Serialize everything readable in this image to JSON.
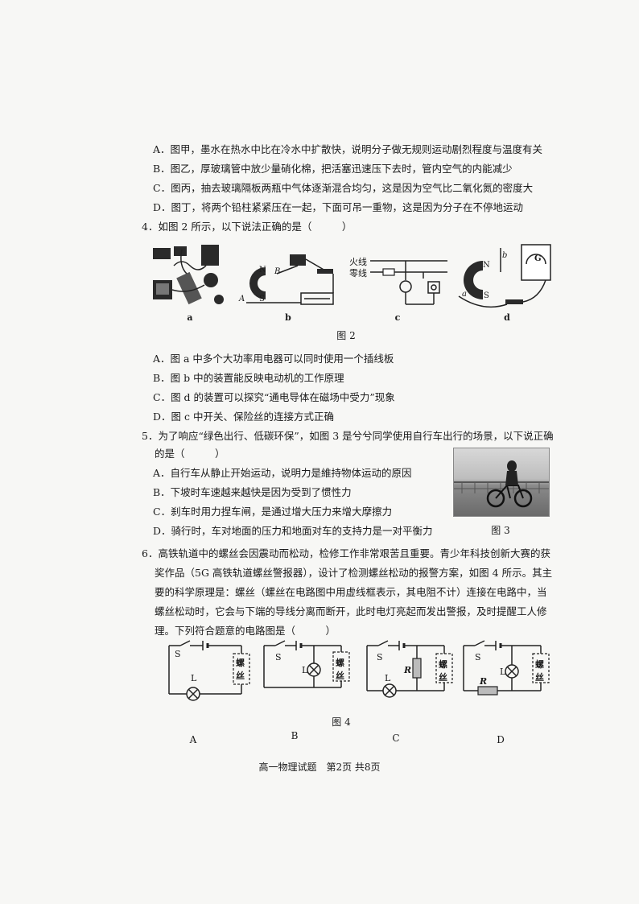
{
  "q3": {
    "options": [
      "A．图甲，墨水在热水中比在冷水中扩散快，说明分子做无规则运动剧烈程度与温度有关",
      "B．图乙，厚玻璃管中放少量硝化棉，把活塞迅速压下去时，管内空气的内能减少",
      "C．图丙，抽去玻璃隔板两瓶中气体逐渐混合均匀，这是因为空气比二氧化氮的密度大",
      "D．图丁，将两个铅柱紧紧压在一起，下面可吊一重物，这是因为分子在不停地运动"
    ]
  },
  "q4": {
    "stem": "4．如图 2 所示，以下说法正确的是（　　　）",
    "figure_caption": "图 2",
    "sublabels": [
      "a",
      "b",
      "c",
      "d"
    ],
    "circuit_labels": {
      "live": "火线",
      "neutral": "零线",
      "N": "N",
      "S": "S",
      "A": "A",
      "B": "B",
      "a": "a",
      "b": "b",
      "G": "G"
    },
    "options": [
      "A．图 a 中多个大功率用电器可以同时使用一个插线板",
      "B．图 b 中的装置能反映电动机的工作原理",
      "C．图 d 的装置可以探究“通电导体在磁场中受力”现象",
      "D．图 c 中开关、保险丝的连接方式正确"
    ]
  },
  "q5": {
    "stem_line1": "5．为了响应“绿色出行、低碳环保”，如图 3 是兮兮同学使用自行车出行的场景，以下说正确",
    "stem_line2": "的是（　　　）",
    "figure_caption": "图 3",
    "options": [
      "A．自行车从静止开始运动，说明力是維持物体运动的原因",
      "B．下坡时车速越来越快是因为受到了惯性力",
      "C．刹车时用力捏车闸，是通过增大压力来增大摩擦力",
      "D．骑行时，车对地面的压力和地面对车的支持力是一对平衡力"
    ]
  },
  "q6": {
    "stem_lines": [
      "6．高铁轨道中的螺丝会因震动而松动，检修工作非常艰苦且重要。青少年科技创新大赛的获",
      "奖作品（5G 高铁轨道螺丝警报器），设计了检测螺丝松动的报警方案，如图 4 所示。其主",
      "要的科学原理是：螺丝（螺丝在电路图中用虚线框表示，其电阻不计）连接在电路中，当",
      "螺丝松动时，它会与下端的导线分离而断开，此时电灯亮起而发出警报，及时提醒工人修",
      "理。下列符合题意的电路图是（　　　）"
    ],
    "figure_caption": "图 4",
    "choice_labels": [
      "A",
      "B",
      "C",
      "D"
    ],
    "comp_S": "S",
    "comp_L": "L",
    "comp_R": "R",
    "screw_top": "螺",
    "screw_bottom": "丝"
  },
  "footer": "高一物理试题　第2页  共8页"
}
